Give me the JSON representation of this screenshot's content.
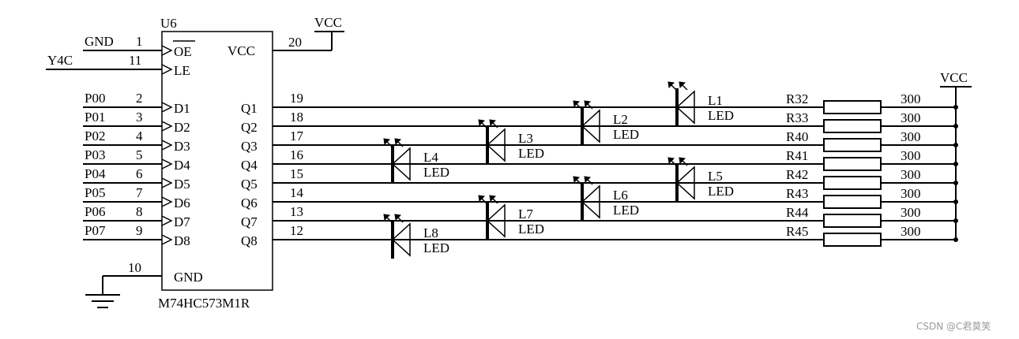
{
  "chip": {
    "ref": "U6",
    "part": "M74HC573M1R",
    "vcc_pin": {
      "num": "20",
      "label": "VCC",
      "net": "VCC"
    },
    "gnd_pin": {
      "num": "10",
      "label": "GND"
    },
    "left_pins": [
      {
        "net": "GND",
        "num": "1",
        "label": "OE"
      },
      {
        "net": "Y4C",
        "num": "11",
        "label": "LE"
      },
      {
        "net": "P00",
        "num": "2",
        "label": "D1"
      },
      {
        "net": "P01",
        "num": "3",
        "label": "D2"
      },
      {
        "net": "P02",
        "num": "4",
        "label": "D3"
      },
      {
        "net": "P03",
        "num": "5",
        "label": "D4"
      },
      {
        "net": "P04",
        "num": "6",
        "label": "D5"
      },
      {
        "net": "P05",
        "num": "7",
        "label": "D6"
      },
      {
        "net": "P06",
        "num": "8",
        "label": "D7"
      },
      {
        "net": "P07",
        "num": "9",
        "label": "D8"
      }
    ],
    "right_pins": [
      {
        "label": "Q1",
        "num": "19"
      },
      {
        "label": "Q2",
        "num": "18"
      },
      {
        "label": "Q3",
        "num": "17"
      },
      {
        "label": "Q4",
        "num": "16"
      },
      {
        "label": "Q5",
        "num": "15"
      },
      {
        "label": "Q6",
        "num": "14"
      },
      {
        "label": "Q7",
        "num": "13"
      },
      {
        "label": "Q8",
        "num": "12"
      }
    ]
  },
  "leds": [
    {
      "ref": "L1",
      "type": "LED"
    },
    {
      "ref": "L2",
      "type": "LED"
    },
    {
      "ref": "L3",
      "type": "LED"
    },
    {
      "ref": "L4",
      "type": "LED"
    },
    {
      "ref": "L5",
      "type": "LED"
    },
    {
      "ref": "L6",
      "type": "LED"
    },
    {
      "ref": "L7",
      "type": "LED"
    },
    {
      "ref": "L8",
      "type": "LED"
    }
  ],
  "resistors": [
    {
      "ref": "R32",
      "value": "300"
    },
    {
      "ref": "R33",
      "value": "300"
    },
    {
      "ref": "R40",
      "value": "300"
    },
    {
      "ref": "R41",
      "value": "300"
    },
    {
      "ref": "R42",
      "value": "300"
    },
    {
      "ref": "R43",
      "value": "300"
    },
    {
      "ref": "R44",
      "value": "300"
    },
    {
      "ref": "R45",
      "value": "300"
    }
  ],
  "vcc_rail_label": "VCC",
  "watermark": "CSDN @C君莫笑"
}
